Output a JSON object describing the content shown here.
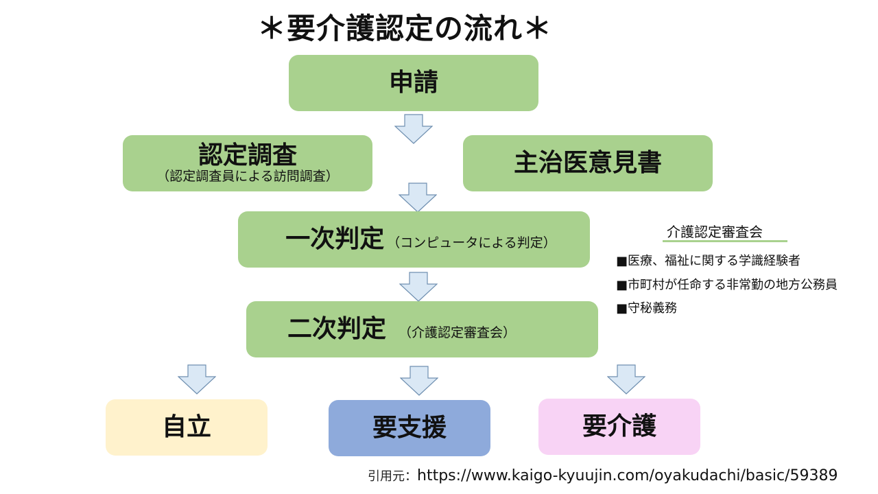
{
  "title": "＊要介護認定の流れ＊",
  "colors": {
    "step_green": "#a9d18e",
    "jiritsu": "#fff2cc",
    "yoshien": "#8eaadb",
    "yokaigo": "#f8d3f5",
    "arrow_fill": "#dae8f5",
    "arrow_stroke": "#6f8fb0"
  },
  "steps": {
    "application": "申請",
    "survey": {
      "label": "認定調査",
      "sub": "（認定調査員による訪問調査）"
    },
    "doctor_opinion": "主治医意見書",
    "first_judgment": {
      "label": "一次判定",
      "sub": "（コンピュータによる判定）"
    },
    "second_judgment": {
      "label": "二次判定",
      "sub": "（介護認定審査会）"
    }
  },
  "outcomes": [
    "自立",
    "要支援",
    "要介護"
  ],
  "committee_note": {
    "title": "介護認定審査会",
    "items": [
      "■医療、福祉に関する学識経験者",
      "■市町村が任命する非常勤の地方公務員",
      "■守秘義務"
    ]
  },
  "citation": {
    "prefix": "引用元：",
    "url": "https://www.kaigo-kyuujin.com/oyakudachi/basic/59389"
  },
  "arrow_icon": "down-arrow-icon"
}
